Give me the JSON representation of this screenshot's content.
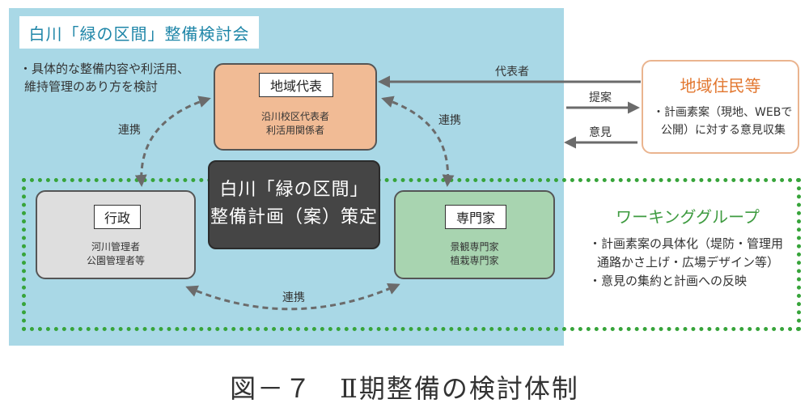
{
  "council": {
    "title": "白川「緑の区間」整備検討会",
    "note_line1": "・具体的な整備内容や利活用、",
    "note_line2": "維持管理のあり方を検討"
  },
  "nodes": {
    "chiiki": {
      "label": "地域代表",
      "sub1": "沿川校区代表者",
      "sub2": "利活用関係者"
    },
    "gyosei": {
      "label": "行政",
      "sub1": "河川管理者",
      "sub2": "公園管理者等"
    },
    "senmon": {
      "label": "専門家",
      "sub1": "景観専門家",
      "sub2": "植栽専門家"
    },
    "center": {
      "line1": "白川「緑の区間」",
      "line2": "整備計画（案）策定"
    }
  },
  "links": {
    "renkei_left": "連携",
    "renkei_right": "連携",
    "renkei_bottom": "連携",
    "daihyosha": "代表者",
    "teian": "提案",
    "iken": "意見"
  },
  "residents": {
    "title": "地域住民等",
    "note_line1": "・計画素案（現地、WEBで",
    "note_line2": "公開）に対する意見収集"
  },
  "working_group": {
    "title": "ワーキンググループ",
    "item1": "・計画素案の具体化（堤防・管理用",
    "item1b": "通路かさ上げ・広場デザイン等）",
    "item2": "・意見の集約と計画への反映"
  },
  "caption": "図－７　Ⅱ期整備の検討体制",
  "colors": {
    "council_bg": "#a9d8e6",
    "chiiki": "#f1bb95",
    "gyosei": "#dedede",
    "senmon": "#a8d4b0",
    "center": "#454545",
    "wg_border": "#37a43a",
    "residents_title": "#e2762e"
  }
}
